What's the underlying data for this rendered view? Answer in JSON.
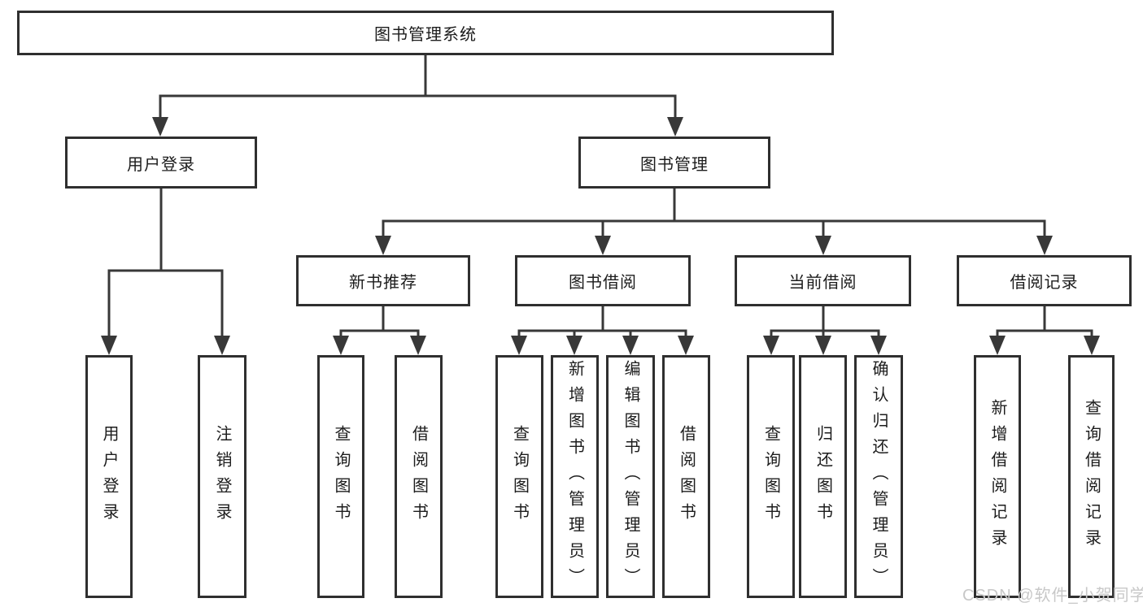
{
  "diagram": {
    "type": "tree",
    "title": "图书管理系统",
    "colors": {
      "background": "#ffffff",
      "line": "#383838",
      "box_border": "#2f2f2f",
      "box_fill": "#ffffff",
      "text": "#1c1c1c",
      "watermark": "#c8c8c8"
    },
    "nodes": {
      "root": {
        "label": "图书管理系统"
      },
      "login": {
        "label": "用户登录"
      },
      "mgmt": {
        "label": "图书管理"
      },
      "rec": {
        "label": "新书推荐"
      },
      "borrow": {
        "label": "图书借阅"
      },
      "current": {
        "label": "当前借阅"
      },
      "records": {
        "label": "借阅记录"
      },
      "leaf_login": {
        "label": "用户登录"
      },
      "leaf_logout": {
        "label": "注销登录"
      },
      "rec_query": {
        "label": "查询图书"
      },
      "rec_borrow": {
        "label": "借阅图书"
      },
      "borrow_query": {
        "label": "查询图书"
      },
      "borrow_add": {
        "label": "新增图书（管理员）"
      },
      "borrow_edit": {
        "label": "编辑图书（管理员）"
      },
      "borrow_borrow": {
        "label": "借阅图书"
      },
      "cur_query": {
        "label": "查询图书"
      },
      "cur_return": {
        "label": "归还图书"
      },
      "cur_confirm": {
        "label": "确认归还（管理员）"
      },
      "rc_add": {
        "label": "新增借阅记录"
      },
      "rc_query": {
        "label": "查询借阅记录"
      }
    },
    "edges": [
      [
        "root",
        "login"
      ],
      [
        "root",
        "mgmt"
      ],
      [
        "login",
        "leaf_login"
      ],
      [
        "login",
        "leaf_logout"
      ],
      [
        "mgmt",
        "rec"
      ],
      [
        "mgmt",
        "borrow"
      ],
      [
        "mgmt",
        "current"
      ],
      [
        "mgmt",
        "records"
      ],
      [
        "rec",
        "rec_query"
      ],
      [
        "rec",
        "rec_borrow"
      ],
      [
        "borrow",
        "borrow_query"
      ],
      [
        "borrow",
        "borrow_add"
      ],
      [
        "borrow",
        "borrow_edit"
      ],
      [
        "borrow",
        "borrow_borrow"
      ],
      [
        "current",
        "cur_query"
      ],
      [
        "current",
        "cur_return"
      ],
      [
        "current",
        "cur_confirm"
      ],
      [
        "records",
        "rc_add"
      ],
      [
        "records",
        "rc_query"
      ]
    ],
    "watermark": {
      "text": "CSDN @软件_小贺同学"
    }
  }
}
